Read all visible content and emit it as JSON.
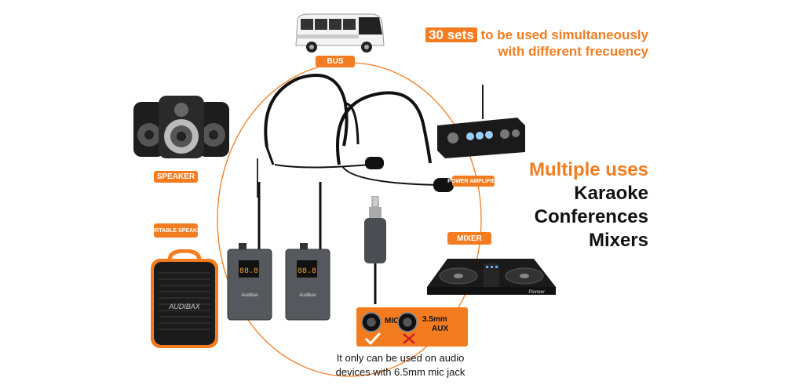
{
  "headline": {
    "count": "30 sets",
    "line1_rest": "to be used simultaneously",
    "line2": "with different frecuency"
  },
  "tags": {
    "bus": "BUS",
    "speaker": "SPEAKER",
    "portable_speaker": "PORTABLE SPEAKER",
    "power_amplifier": "POWER AMPLIFIER",
    "mixer": "MIXER"
  },
  "uses": {
    "title": "Multiple uses",
    "items": [
      "Karaoke",
      "Conferences",
      "Mixers"
    ]
  },
  "jacks": {
    "mic_label": "MIC",
    "aux_label_1": "3.5mm",
    "aux_label_2": "AUX"
  },
  "note": {
    "line1": "It only can be used on audio",
    "line2": "devices with 6.5mm mic jack"
  },
  "brand": {
    "receiver_logo": "Audibax",
    "speaker_logo": "AUDIBAX",
    "dj_logo": "Pioneer"
  },
  "colors": {
    "accent": "#f47c20",
    "text_dark": "#111111",
    "device_gray": "#55585c"
  }
}
